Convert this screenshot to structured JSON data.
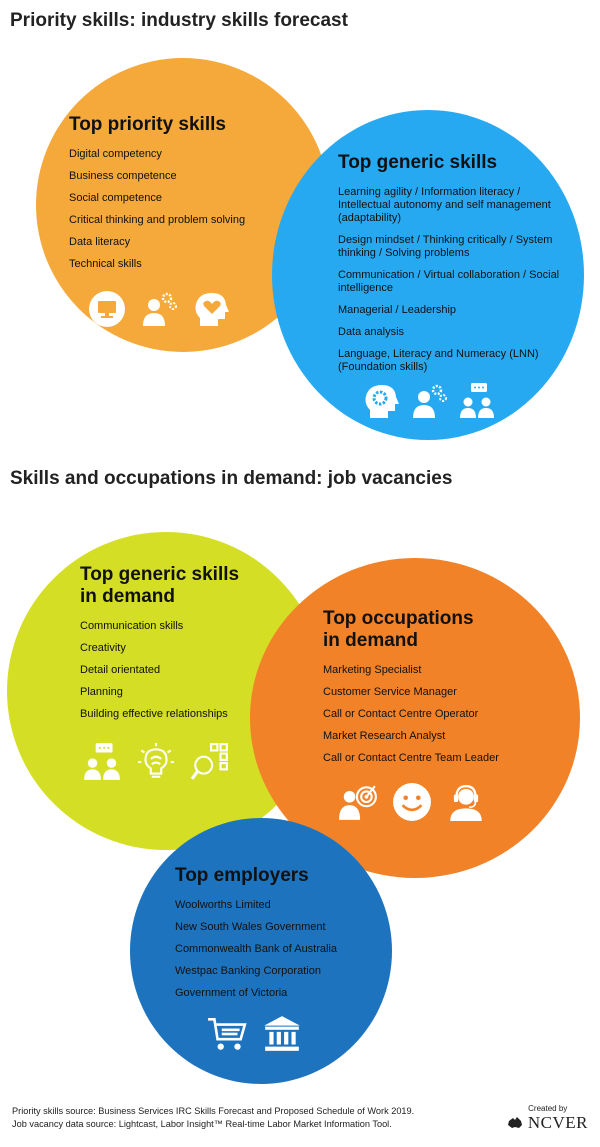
{
  "section1": {
    "heading": "Priority skills: industry skills forecast"
  },
  "section2": {
    "heading": "Skills and occupations in demand: job vacancies"
  },
  "circles": {
    "priority": {
      "color": "#F5A93A",
      "title": "Top priority skills",
      "items": [
        "Digital competency",
        "Business competence",
        "Social competence",
        "Critical thinking and problem solving",
        "Data literacy",
        "Technical skills"
      ],
      "icons": [
        "computer-icon",
        "person-gears-icon",
        "head-heart-icon"
      ]
    },
    "generic": {
      "color": "#27A9F1",
      "title": "Top generic skills",
      "items": [
        "Learning agility / Information literacy / Intellectual autonomy and self management (adaptability)",
        "Design mindset / Thinking critically / System thinking / Solving problems",
        "Communication / Virtual collaboration / Social intelligence",
        "Managerial / Leadership",
        "Data analysis",
        "Language, Literacy and Numeracy (LNN) (Foundation skills)"
      ],
      "icons": [
        "head-gears-icon",
        "person-gears-icon",
        "group-chat-icon"
      ]
    },
    "demand": {
      "color": "#D4DE25",
      "title_line1": "Top generic skills",
      "title_line2": "in demand",
      "items": [
        "Communication skills",
        "Creativity",
        "Detail orientated",
        "Planning",
        "Building effective relationships"
      ],
      "icons": [
        "group-chat-icon",
        "brain-bulb-icon",
        "magnify-grid-icon"
      ]
    },
    "occupations": {
      "color": "#F28228",
      "title_line1": "Top occupations",
      "title_line2": "in demand",
      "items": [
        "Marketing Specialist",
        "Customer Service Manager",
        "Call or Contact Centre Operator",
        "Market Research Analyst",
        "Call or Contact Centre Team Leader"
      ],
      "icons": [
        "person-target-icon",
        "smiley-icon",
        "headset-person-icon"
      ]
    },
    "employers": {
      "color": "#1E73BE",
      "title": "Top employers",
      "items": [
        "Woolworths Limited",
        "New South Wales Government",
        "Commonwealth Bank of Australia",
        "Westpac Banking Corporation",
        "Government of Victoria"
      ],
      "icons": [
        "shopping-cart-icon",
        "bank-icon"
      ]
    }
  },
  "footer": {
    "line1": "Priority skills source: Business Services IRC Skills Forecast and Proposed Schedule of Work 2019.",
    "line2": "Job vacancy data source: Lightcast, Labor Insight™ Real-time Labor Market Information Tool."
  },
  "brand": {
    "created_by": "Created by",
    "name": "NCVER"
  }
}
